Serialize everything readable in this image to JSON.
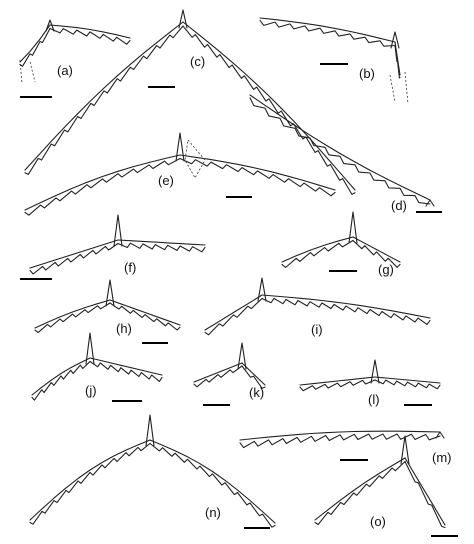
{
  "panels": [
    {
      "id": "a",
      "label": "(a)"
    },
    {
      "id": "b",
      "label": "(b)"
    },
    {
      "id": "c",
      "label": "(c)"
    },
    {
      "id": "d",
      "label": "(d)"
    },
    {
      "id": "e",
      "label": "(e)"
    },
    {
      "id": "f",
      "label": "(f)"
    },
    {
      "id": "g",
      "label": "(g)"
    },
    {
      "id": "h",
      "label": "(h)"
    },
    {
      "id": "i",
      "label": "(i)"
    },
    {
      "id": "j",
      "label": "(j)"
    },
    {
      "id": "k",
      "label": "(k)"
    },
    {
      "id": "l",
      "label": "(l)"
    },
    {
      "id": "m",
      "label": "(m)"
    },
    {
      "id": "n",
      "label": "(n)"
    },
    {
      "id": "o",
      "label": "(o)"
    }
  ]
}
